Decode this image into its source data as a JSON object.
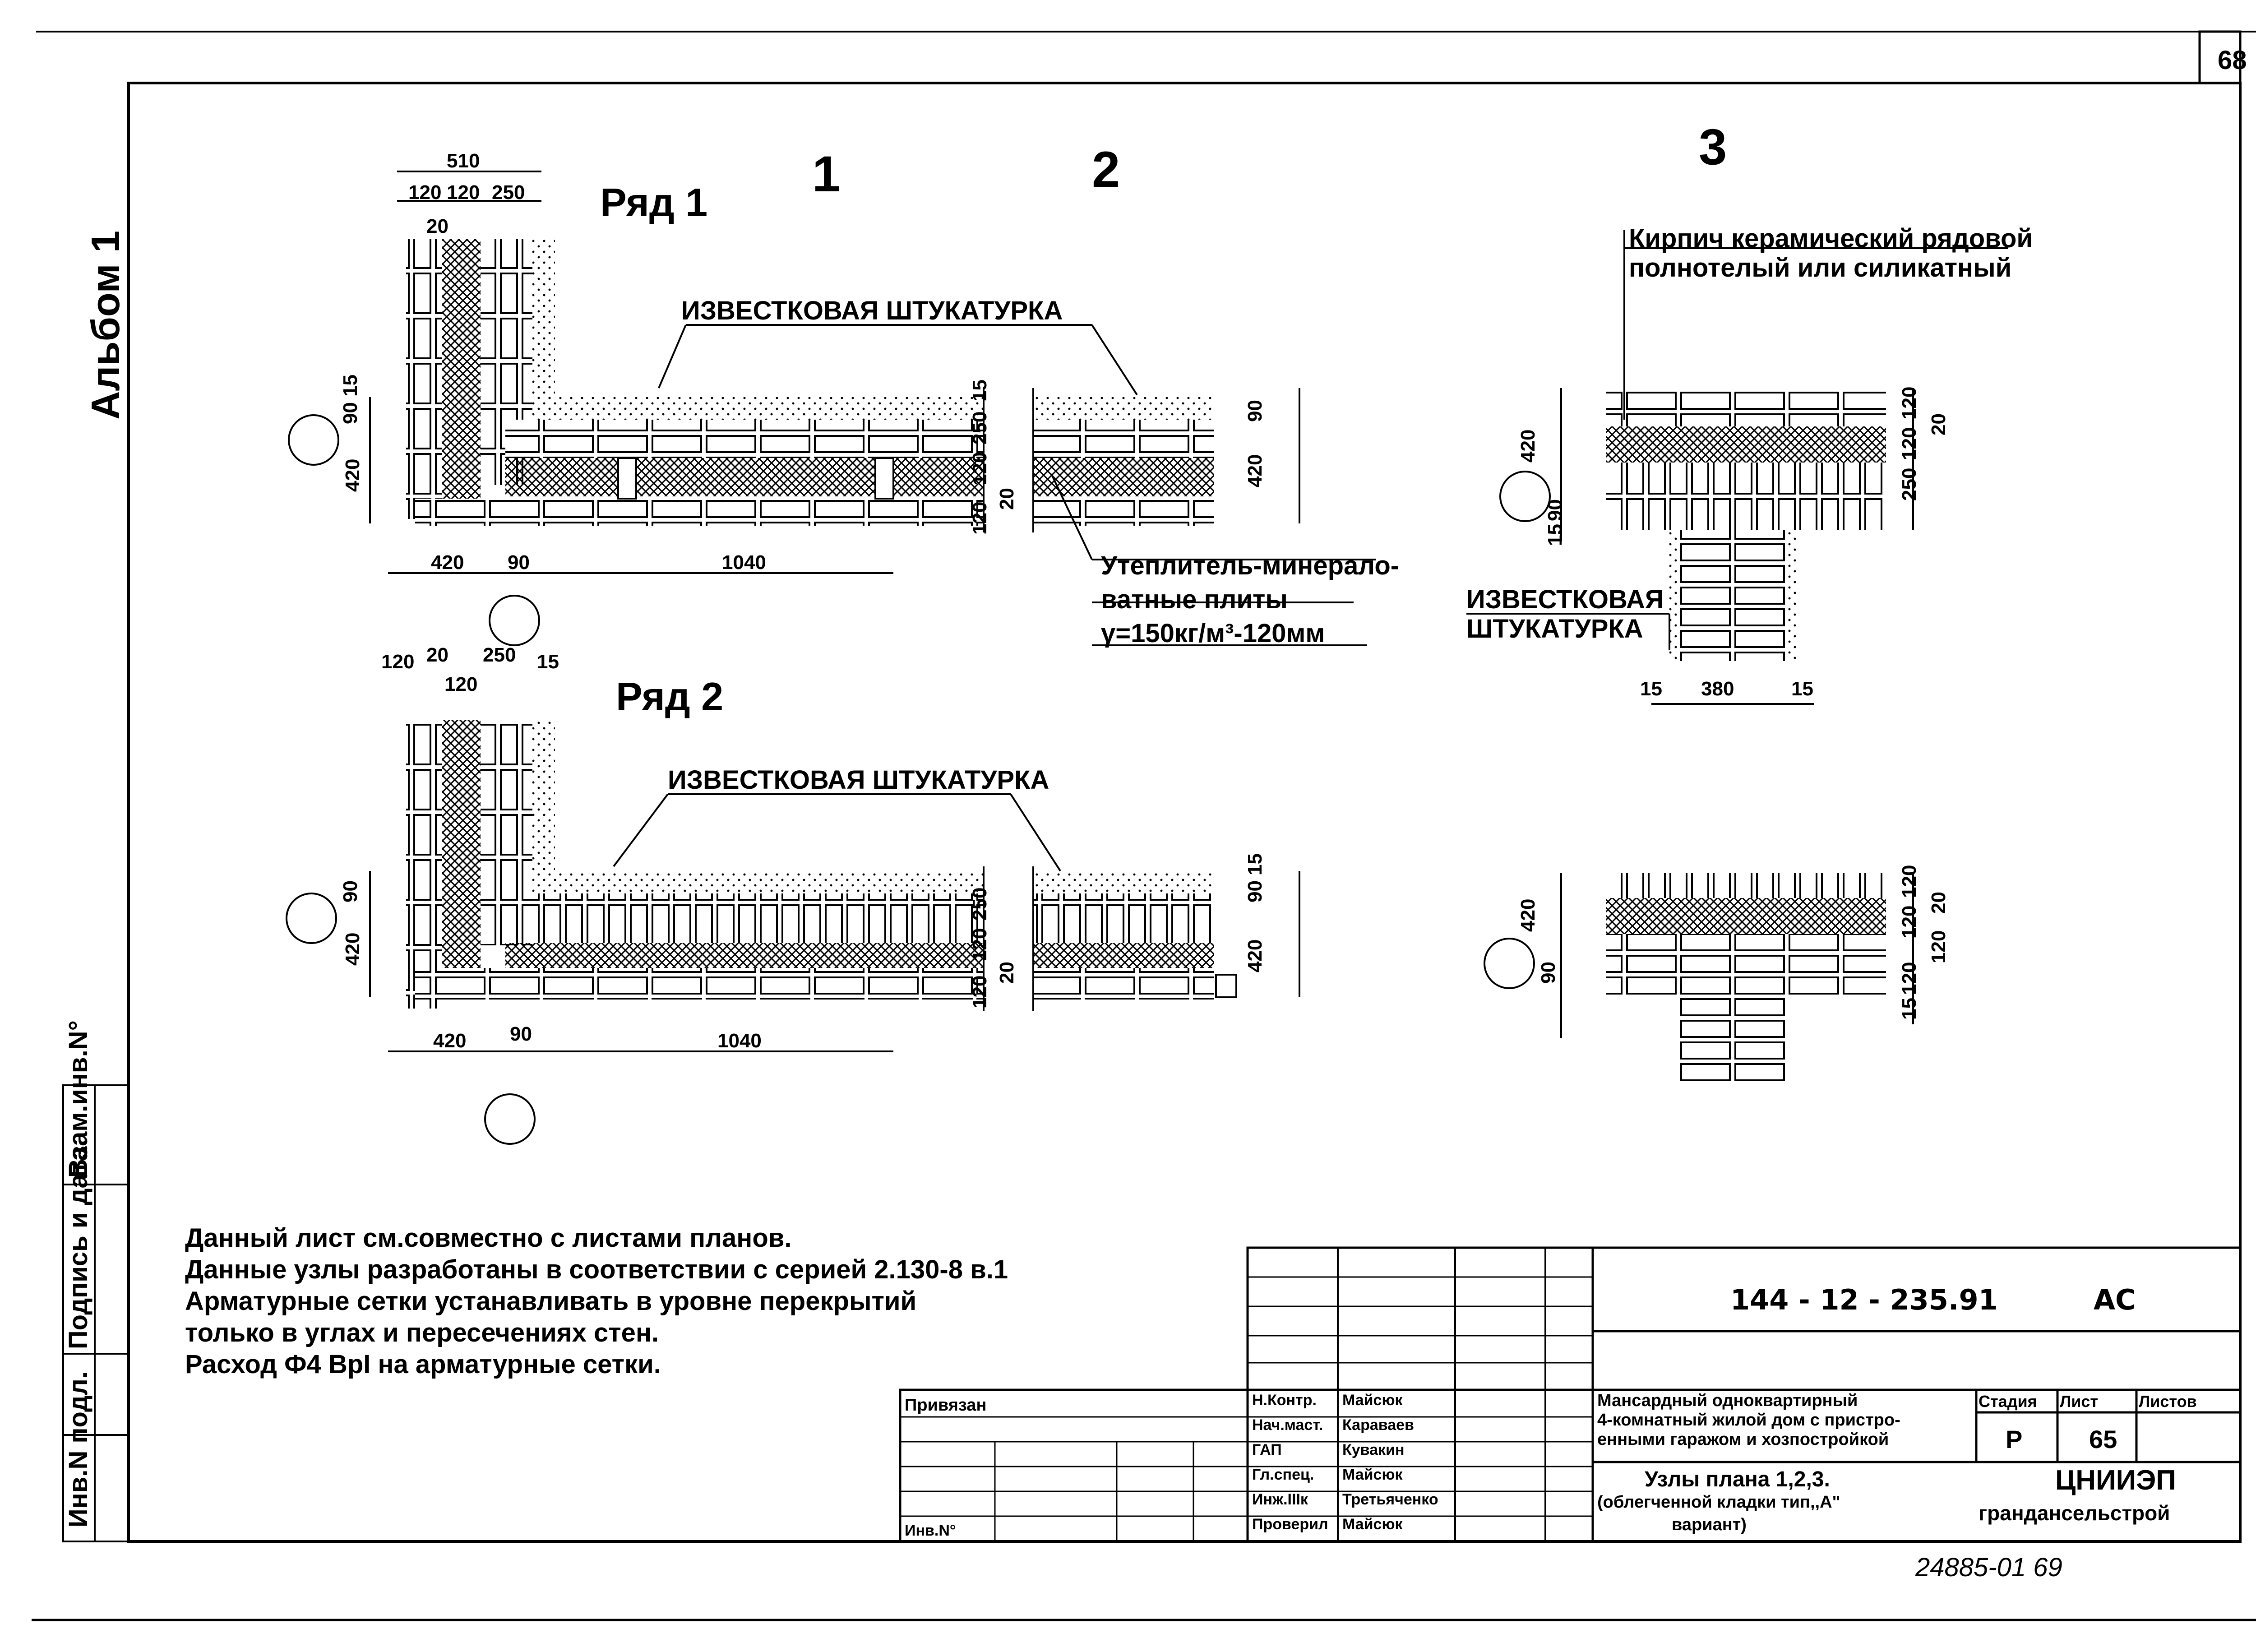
{
  "page": {
    "sheet_corner": "68",
    "album": "Альбом 1",
    "bottom_code": "24885-01 69"
  },
  "markers": {
    "m1": "1",
    "m2": "2",
    "m3": "3"
  },
  "labels": {
    "row1": "Ряд 1",
    "row2": "Ряд 2",
    "plaster1": "ИЗВЕСТКОВАЯ ШТУКАТУРКА",
    "plaster2": "ИЗВЕСТКОВАЯ ШТУКАТУРКА",
    "brick_line1": "Кирпич керамический рядовой",
    "brick_line2": "полнотелый или силикатный",
    "plaster3_line1": "ИЗВЕСТКОВАЯ",
    "plaster3_line2": "ШТУКАТУРКА",
    "insul_line1": "Утеплитель-минерало-",
    "insul_line2": "ватные плиты",
    "insul_line3": "γ=150кг/м³-120мм"
  },
  "dims": {
    "d510": "510",
    "d120a": "120",
    "d120b": "120",
    "d250a": "250",
    "d20a": "20",
    "d420a": "420",
    "d90a": "90",
    "d1040a": "1040",
    "d90_15": "90 15",
    "d420_left1": "420",
    "d250_right1": "250",
    "d120_right1": "120",
    "d20_right1": "20",
    "d120_right1b": "120",
    "d90_right1": "90",
    "d420_right1": "420",
    "d15_right1": "15",
    "d120_top2": "120",
    "d20_top2": "20",
    "d250_top2": "250",
    "d15_top2": "15",
    "d120_sub2": "120",
    "d420_b2": "420",
    "d90_b2": "90",
    "d1040_b2": "1040",
    "d90_left2": "90",
    "d420_left2": "420",
    "d250_r2": "250",
    "d120_r2": "120",
    "d20_r2": "20",
    "d120_r2b": "120",
    "d90_r2": "90",
    "d15_r2": "15",
    "d420_r2": "420",
    "d420_n3": "420",
    "d90_n3": "90",
    "d15_n3": "15",
    "d120_n3": "120",
    "d120_n3b": "120",
    "d20_n3": "20",
    "d250_n3": "250",
    "d15_b3": "15",
    "d380_b3": "380",
    "d15_b3b": "15",
    "d420_n4": "420",
    "d90_n4": "90",
    "d120_n4": "120",
    "d120_n4b": "120",
    "d20_n4": "20",
    "d120_n4c": "120",
    "d15_n4": "15",
    "d120_n4d": "120"
  },
  "notes": [
    "Данный лист см.совместно с листами планов.",
    "Данные узлы разработаны в соответствии с серией 2.130-8 в.1",
    "Арматурные сетки устанавливать в уровне перекрытий",
    "только в углах и пересечениях стен.",
    "Расход Ф4 ВрI на арматурные сетки."
  ],
  "side_stamps": {
    "s1": "Инв.N подл.",
    "s2": "Подпись и дата",
    "s3": "Взам.инв.N°"
  },
  "title_block": {
    "code": "144 - 12 - 235.91",
    "mark": "АС",
    "project_line1": "Мансардный одноквартирный",
    "project_line2": "4-комнатный жилой дом с пристро-",
    "project_line3": "енными гаражом и хозпостройкой",
    "sheet_title1": "Узлы плана 1,2,3.",
    "sheet_title2": "(облегченной кладки тип,,А\"",
    "sheet_title3": "вариант)",
    "stage_label": "Стадия",
    "sheet_label": "Лист",
    "sheets_label": "Листов",
    "stage_value": "Р",
    "sheet_value": "65",
    "org1": "ЦНИИЭП",
    "org2": "грандансельстрой",
    "attached": "Привязан",
    "inv": "Инв.N°",
    "roles": [
      "Н.Контр.",
      "Нач.маст.",
      "ГАП",
      "Гл.спец.",
      "Инж.IIIк",
      "Проверил"
    ],
    "names": [
      "Майсюк",
      "Караваев",
      "Кувакин",
      "Майсюк",
      "Третьяченко",
      "Майсюк"
    ]
  }
}
